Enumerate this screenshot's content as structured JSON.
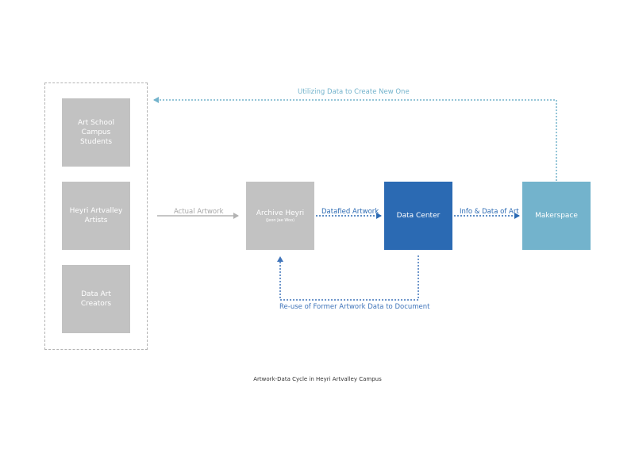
{
  "diagram": {
    "caption": "Artwork-Data Cycle in Heyri Artvalley Campus",
    "nodes": {
      "art_school": {
        "lines": [
          "Art School",
          "Campus",
          "Students"
        ]
      },
      "heyri_artists": {
        "lines": [
          "Heyri Artvalley",
          "Artists"
        ]
      },
      "data_art_creators": {
        "lines": [
          "Data Art Creators"
        ]
      },
      "archive_heyri": {
        "title": "Archive Heyri",
        "subtitle": "(Jeon Jae Woo)"
      },
      "data_center": {
        "title": "Data Center"
      },
      "makerspace": {
        "title": "Makerspace"
      }
    },
    "edges": {
      "actual_artwork": "Actual Artwork",
      "datafied_artwork": "Datafied Artwork",
      "info_data": "Info & Data of Art",
      "reuse": "Re-use of Former Artwork Data to Document",
      "utilizing": "Utilizing Data to Create New One"
    },
    "colors": {
      "grey_box": "#c2c2c2",
      "grey_line": "#b3b3b3",
      "dark_blue": "#2b6ab3",
      "light_blue": "#73b3cc",
      "reuse_arrow": "#3f74ba"
    }
  }
}
